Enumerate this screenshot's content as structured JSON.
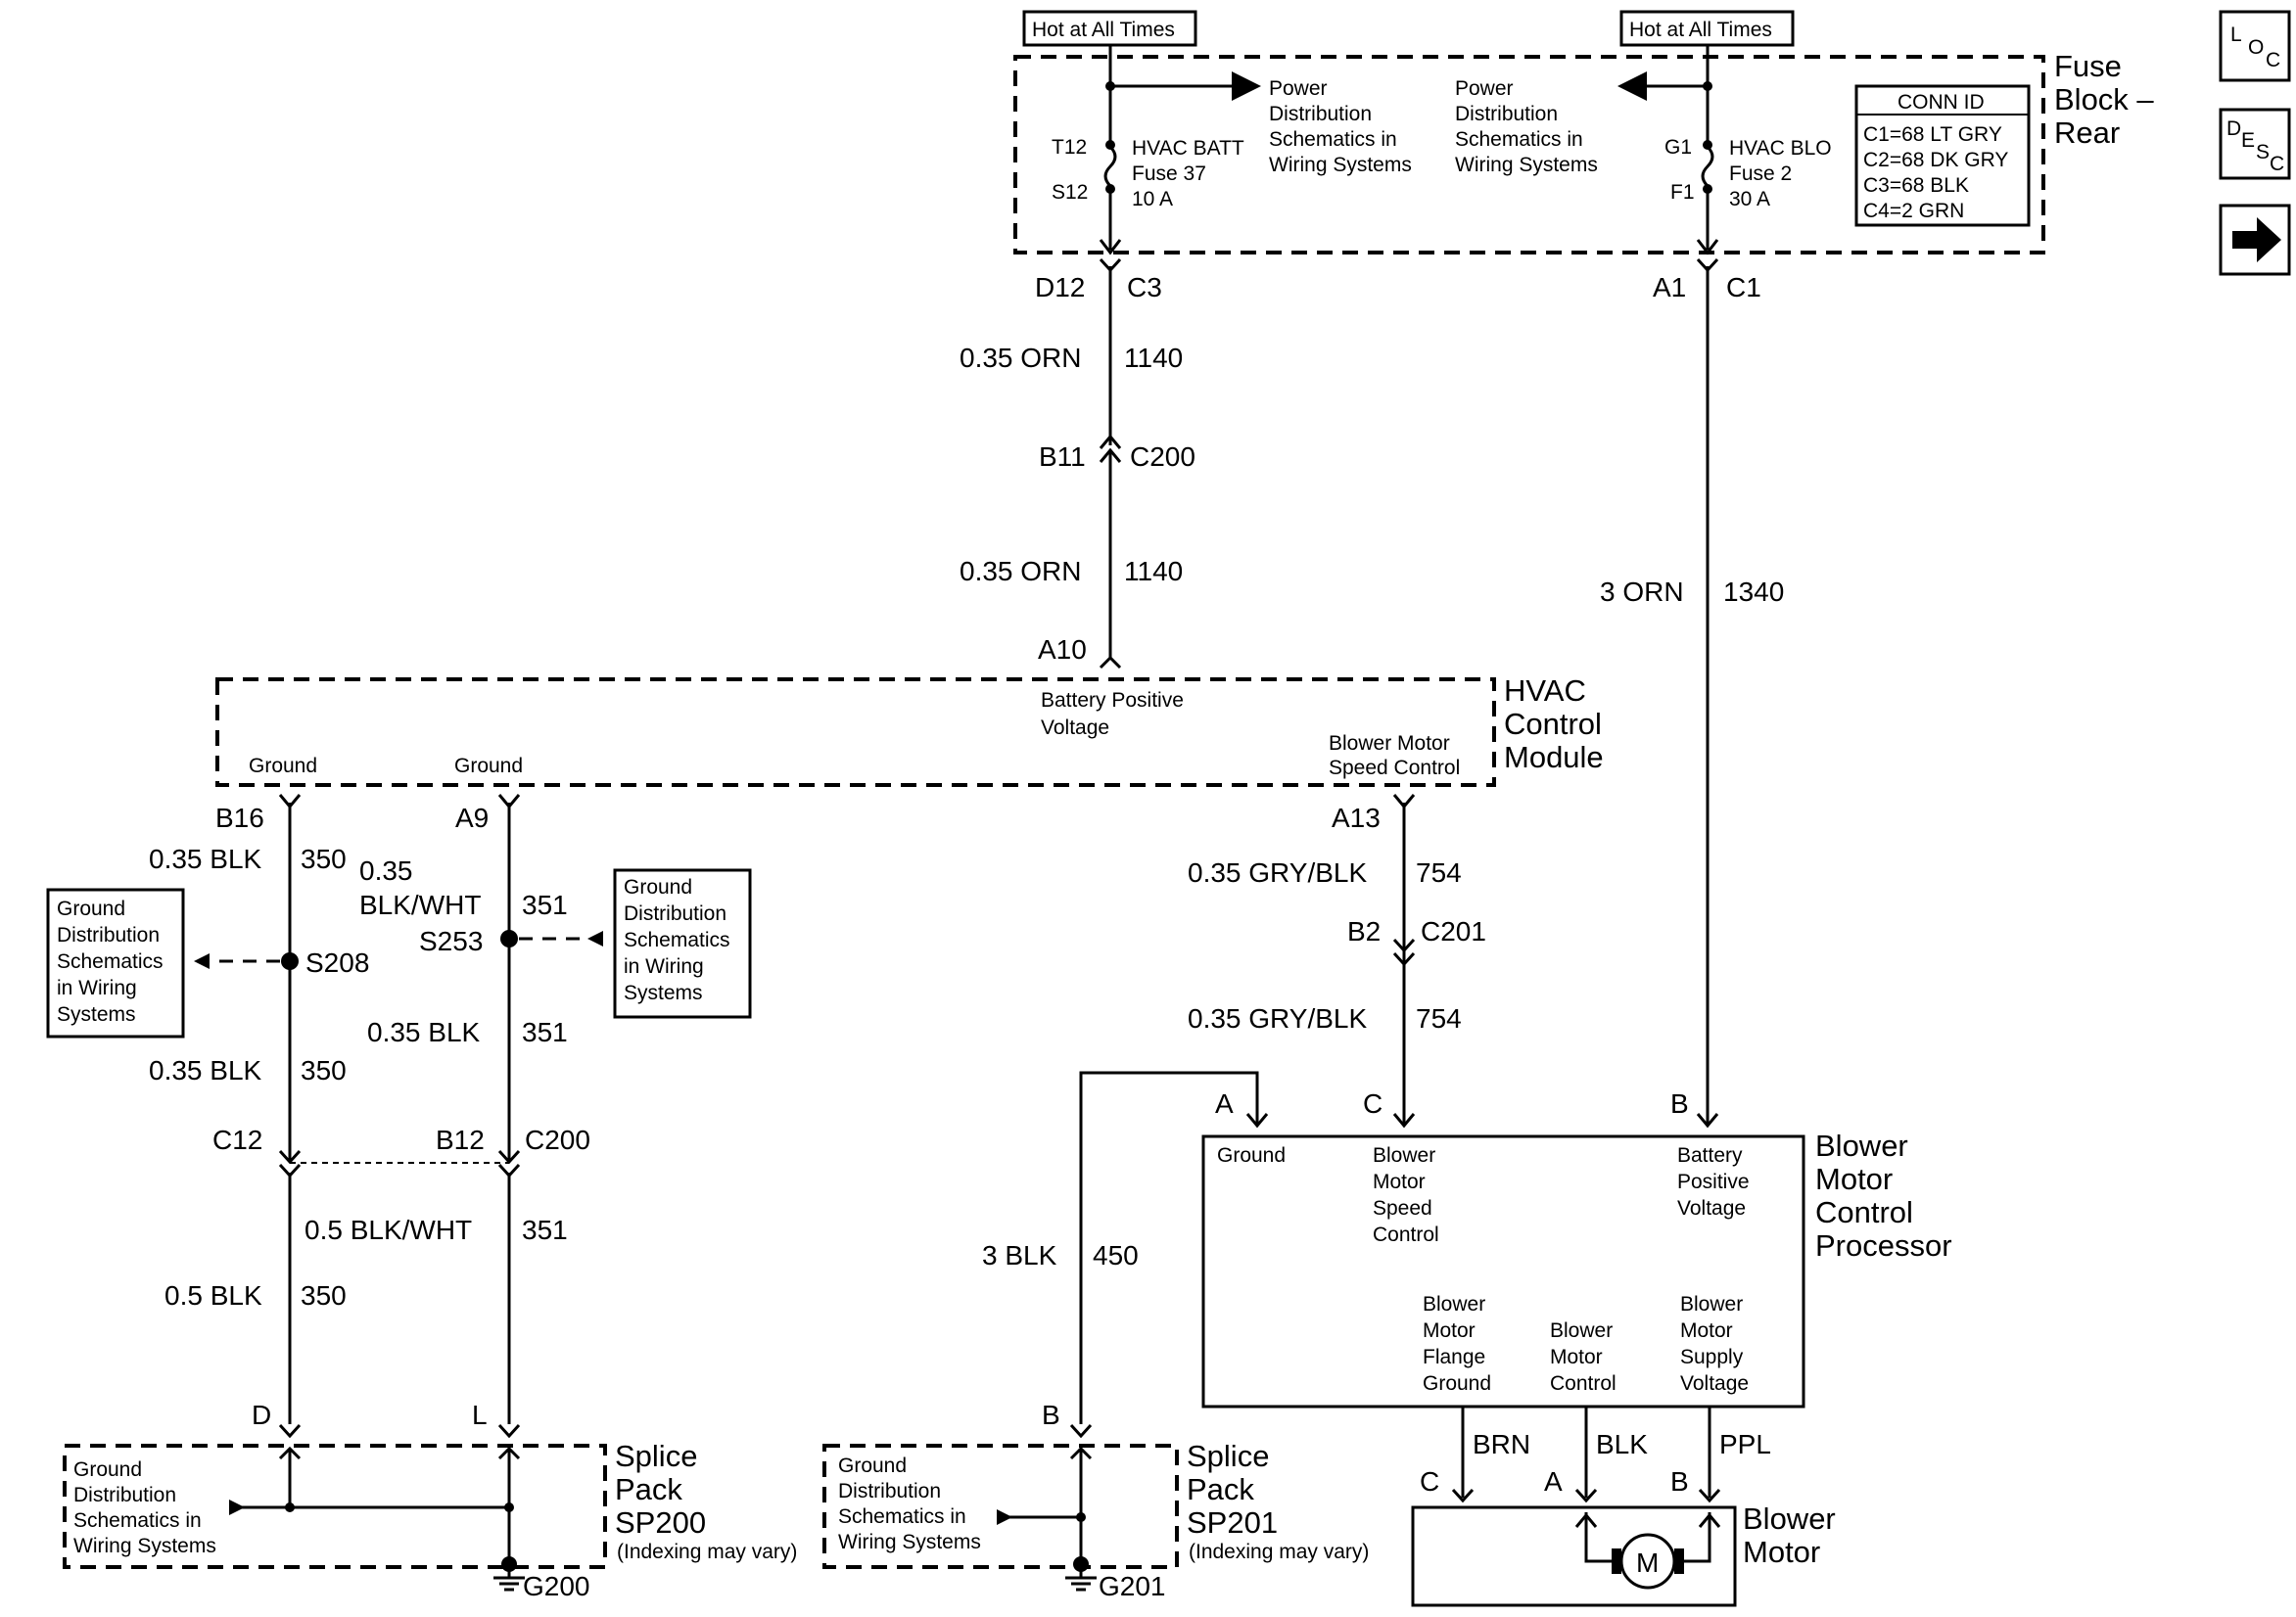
{
  "nav": {
    "loc": {
      "l": "L",
      "o": "O",
      "c": "C"
    },
    "desc": {
      "d": "D",
      "e": "E",
      "s": "S",
      "c": "C"
    },
    "next_glyph": "➡"
  },
  "fuse_block": {
    "title_1": "Fuse",
    "title_2": "Block –",
    "title_3": "Rear",
    "hot_left": "Hot at All Times",
    "hot_right": "Hot at All Times",
    "pd_left": [
      "Power",
      "Distribution",
      "Schematics in",
      "Wiring Systems"
    ],
    "pd_right": [
      "Power",
      "Distribution",
      "Schematics in",
      "Wiring Systems"
    ],
    "fuse_left": {
      "top_pin": "T12",
      "bottom_pin": "S12",
      "lines": [
        "HVAC BATT",
        "Fuse 37",
        "10 A"
      ]
    },
    "fuse_right": {
      "top_pin": "G1",
      "bottom_pin": "F1",
      "lines": [
        "HVAC BLO",
        "Fuse 2",
        "30 A"
      ]
    },
    "conn_id": {
      "title": "CONN ID",
      "rows": [
        "C1=68 LT GRY",
        "C2=68 DK GRY",
        "C3=68 BLK",
        "C4=2 GRN"
      ]
    }
  },
  "left_feed": {
    "pin_top": "D12",
    "conn_top": "C3",
    "wire_upper": "0.35 ORN",
    "circuit_upper": "1140",
    "pin_mid": "B11",
    "conn_mid": "C200",
    "wire_lower": "0.35 ORN",
    "circuit_lower": "1140",
    "pin_hvac": "A10"
  },
  "right_feed": {
    "pin_top": "A1",
    "conn_top": "C1",
    "wire": "3 ORN",
    "circuit": "1340"
  },
  "hvac": {
    "title_1": "HVAC",
    "title_2": "Control",
    "title_3": "Module",
    "battery_label": [
      "Battery Positive",
      "Voltage"
    ],
    "blower_label": [
      "Blower Motor",
      "Speed Control"
    ],
    "ground_1": "Ground",
    "ground_2": "Ground"
  },
  "ground_left": {
    "pin": "B16",
    "wire_1": "0.35 BLK",
    "circuit_1": "350",
    "splice": "S208",
    "wire_2": "0.35 BLK",
    "circuit_2": "350",
    "conn_pin": "C12",
    "wire_3": "0.5 BLK",
    "circuit_3": "350",
    "sp_pin": "D",
    "ref_box": [
      "Ground",
      "Distribution",
      "Schematics",
      "in Wiring",
      "Systems"
    ]
  },
  "ground_mid": {
    "pin": "A9",
    "wire_1a": "0.35",
    "wire_1b": "BLK/WHT",
    "circuit_1": "351",
    "splice": "S253",
    "wire_2": "0.35 BLK",
    "circuit_2": "351",
    "conn_pin": "B12",
    "conn": "C200",
    "wire_3": "0.5 BLK/WHT",
    "circuit_3": "351",
    "sp_pin": "L",
    "ref_box": [
      "Ground",
      "Distribution",
      "Schematics",
      "in Wiring",
      "Systems"
    ]
  },
  "speed_ctrl": {
    "pin": "A13",
    "wire_1": "0.35 GRY/BLK",
    "circuit_1": "754",
    "conn_pin": "B2",
    "conn": "C201",
    "wire_2": "0.35 GRY/BLK",
    "circuit_2": "754"
  },
  "bmcp": {
    "title": [
      "Blower",
      "Motor",
      "Control",
      "Processor"
    ],
    "pin_a": "A",
    "pin_c": "C",
    "pin_b": "B",
    "ground": "Ground",
    "speed": [
      "Blower",
      "Motor",
      "Speed",
      "Control"
    ],
    "battery": [
      "Battery",
      "Positive",
      "Voltage"
    ],
    "flange": [
      "Blower",
      "Motor",
      "Flange",
      "Ground"
    ],
    "control": [
      "Blower",
      "Motor",
      "Control"
    ],
    "supply": [
      "Blower",
      "Motor",
      "Supply",
      "Voltage"
    ]
  },
  "ground_wire": {
    "wire": "3 BLK",
    "circuit": "450",
    "sp_pin": "B"
  },
  "motor": {
    "wire_brn": "BRN",
    "wire_blk": "BLK",
    "wire_ppl": "PPL",
    "pin_c": "C",
    "pin_a": "A",
    "pin_b": "B",
    "symbol": "M",
    "title_1": "Blower",
    "title_2": "Motor"
  },
  "sp200": {
    "title_1": "Splice",
    "title_2": "Pack",
    "title_3": "SP200",
    "note": "(Indexing may vary)",
    "ref": [
      "Ground",
      "Distribution",
      "Schematics in",
      "Wiring Systems"
    ],
    "ground": "G200"
  },
  "sp201": {
    "title_1": "Splice",
    "title_2": "Pack",
    "title_3": "SP201",
    "note": "(Indexing may vary)",
    "ref": [
      "Ground",
      "Distribution",
      "Schematics in",
      "Wiring Systems"
    ],
    "ground": "G201"
  }
}
